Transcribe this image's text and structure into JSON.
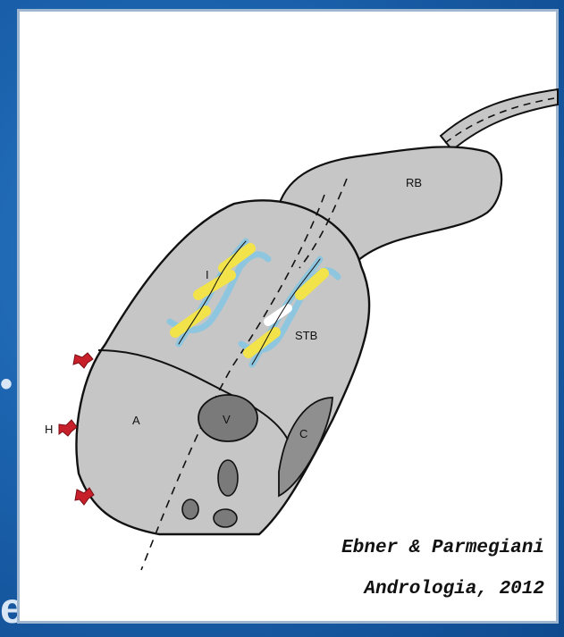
{
  "diagram": {
    "labels": {
      "rb": "RB",
      "i": "I",
      "stb": "STB",
      "a": "A",
      "v": "V",
      "c": "C",
      "h": "H"
    }
  },
  "citation": {
    "authors": "Ebner & Parmegiani",
    "journal_year": "Andrologia, 2012"
  },
  "background_fragments": {
    "dot": "•",
    "letter": "e"
  },
  "colors": {
    "background": "#1b62ad",
    "sperm_fill": "#c6c6c6",
    "dna_blue": "#8ec6df",
    "dna_yellow": "#f2e34a",
    "receptor_red": "#c8202a"
  }
}
